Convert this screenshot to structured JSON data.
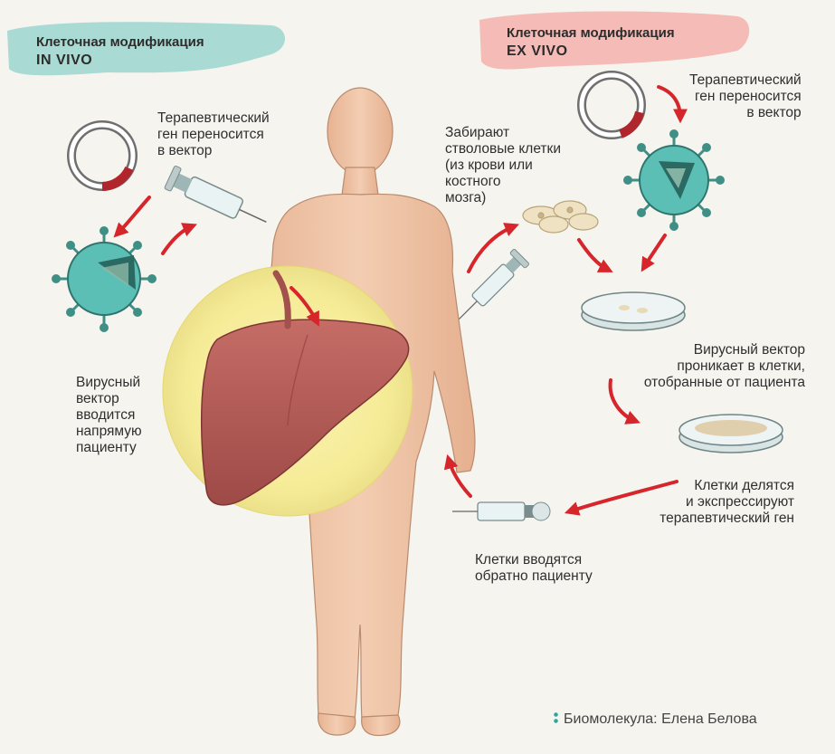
{
  "headers": {
    "in_vivo": {
      "line1": "Клеточная модификация",
      "line2": "IN VIVO"
    },
    "ex_vivo": {
      "line1": "Клеточная модификация",
      "line2": "EX VIVO"
    }
  },
  "labels": {
    "gene_to_vector_left": "Терапевтический\nген переносится\nв вектор",
    "gene_to_vector_right": "Терапевтический\nген переносится\nв вектор",
    "stem_cells": "Забирают\nстволовые клетки\n(из крови или\nкостного\nмозга)",
    "viral_vector_direct": "Вирусный\nвектор\nвводится\nнапрямую\nпациенту",
    "vector_enters_cells": "Вирусный вектор\nпроникает в клетки,\nотобранные от пациента",
    "cells_divide": "Клетки делятся\nи экспрессируют\nтерапевтический ген",
    "cells_returned": "Клетки вводятся\nобратно пациенту"
  },
  "credit": "Биомолекула: Елена Белова",
  "icons": [
    "plasmid-icon",
    "virus-icon",
    "syringe-icon",
    "liver-icon",
    "petri-dish-icon",
    "cells-icon",
    "arrow-icon"
  ],
  "colors": {
    "teal": "#5bbfb5",
    "pink": "#ef8b8b",
    "arrow_red": "#d6262c",
    "skin": "#efc3a5",
    "liver": "#b35a55"
  }
}
